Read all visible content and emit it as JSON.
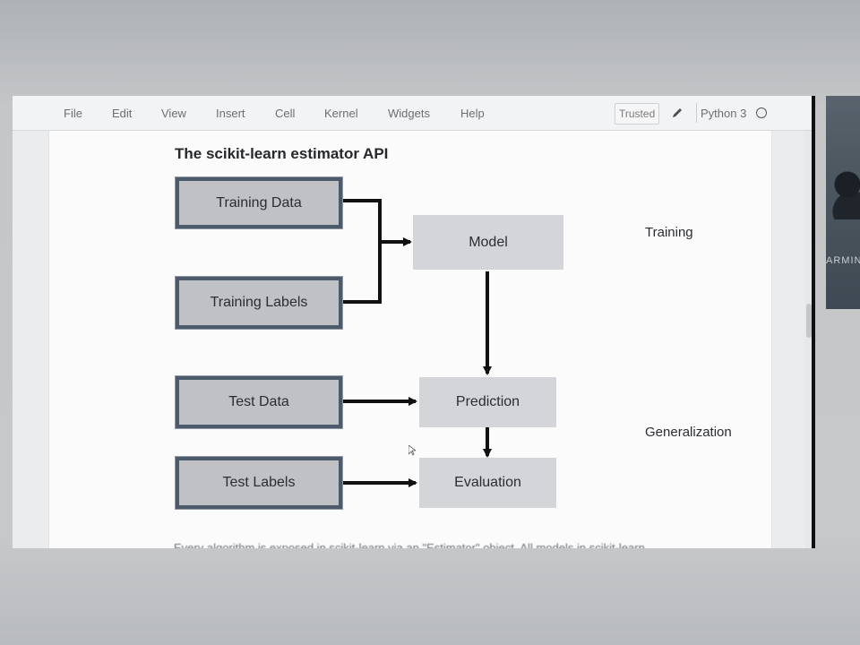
{
  "menubar": {
    "items": [
      "File",
      "Edit",
      "View",
      "Insert",
      "Cell",
      "Kernel",
      "Widgets",
      "Help"
    ],
    "trusted_label": "Trusted",
    "kernel_name": "Python 3"
  },
  "notebook": {
    "heading": "The scikit-learn estimator API",
    "partial_text": "Every algorithm is exposed in scikit-learn via an \"Estimator\" object. All models in scikit-learn"
  },
  "diagram": {
    "inputs": {
      "training_data": "Training Data",
      "training_labels": "Training Labels",
      "test_data": "Test Data",
      "test_labels": "Test Labels"
    },
    "stages": {
      "model": "Model",
      "prediction": "Prediction",
      "evaluation": "Evaluation"
    },
    "phases": {
      "training": "Training",
      "generalization": "Generalization"
    }
  },
  "webcam": {
    "overlay_text": "ARMIN"
  },
  "colors": {
    "input_box_fill": "#bfc1c4",
    "input_box_border": "#4d5a6b",
    "stage_box_fill": "#d3d5d8",
    "arrow": "#111111"
  }
}
